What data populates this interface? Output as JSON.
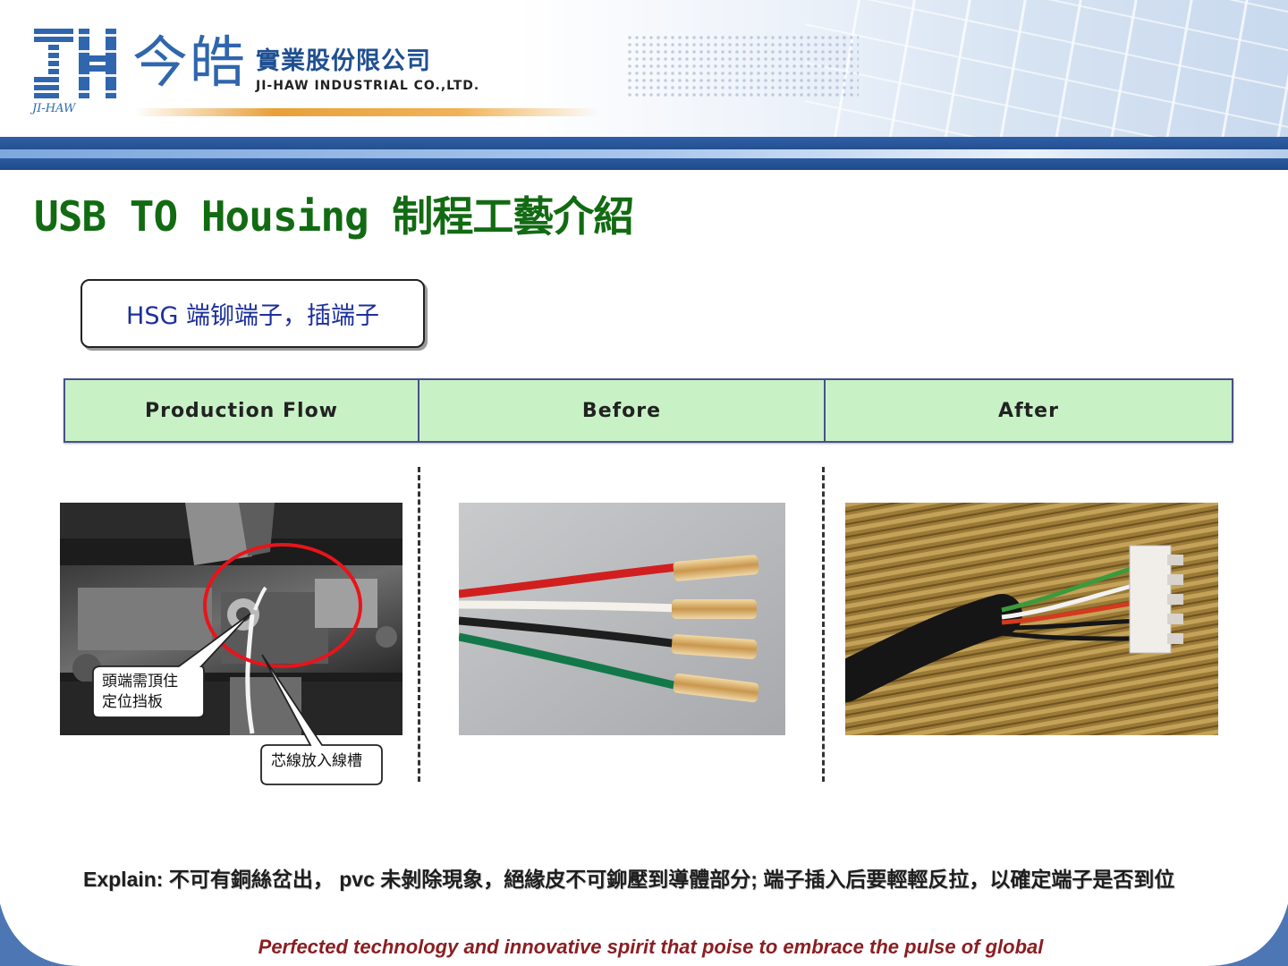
{
  "header": {
    "logo_letters": "JH",
    "logo_sub": "JI-HAW",
    "logo_cn": "今皓",
    "company_cn": "實業股份限公司",
    "company_en": "JI-HAW INDUSTRIAL CO.,LTD.",
    "brand_blue": "#2f66ad",
    "accent_orange": "#e9a03a"
  },
  "title": "USB TO Housing 制程工藝介紹",
  "step_label": "HSG 端铆端子，插端子",
  "table": {
    "headers": [
      "Production Flow",
      "Before",
      "After"
    ],
    "header_bg": "#c8f2c6"
  },
  "photos": {
    "process": "crimping-machine-photo",
    "before": "crimped-wires-photo",
    "after": "housing-inserted-cable-photo"
  },
  "callouts": {
    "stopper": "頭端需頂住\n定位挡板",
    "groove": "芯線放入線槽"
  },
  "explain": "Explain: 不可有銅絲岔出， pvc 未剝除現象，絕緣皮不可鉚壓到導體部分;  端子插入后要輕輕反拉，以確定端子是否到位",
  "slogan": "Perfected technology and innovative spirit that poise to embrace the pulse of global"
}
